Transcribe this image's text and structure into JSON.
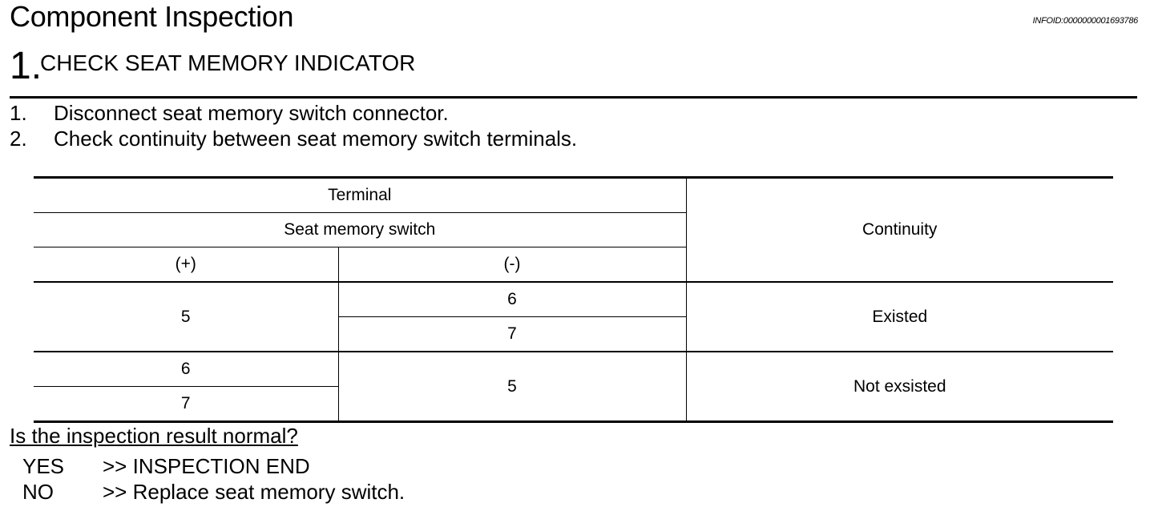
{
  "header": {
    "title": "Component Inspection",
    "infoid": "INFOID:0000000001693786"
  },
  "step": {
    "number": "1.",
    "title": "CHECK SEAT MEMORY INDICATOR"
  },
  "instructions": [
    {
      "num": "1.",
      "text": "Disconnect seat memory switch connector."
    },
    {
      "num": "2.",
      "text": "Check continuity between seat memory switch terminals."
    }
  ],
  "table": {
    "header_terminal": "Terminal",
    "header_switch": "Seat memory switch",
    "header_plus": "(+)",
    "header_minus": "(-)",
    "header_continuity": "Continuity",
    "rows": [
      {
        "plus": "5",
        "minus": [
          "6",
          "7"
        ],
        "continuity": "Existed"
      },
      {
        "plus": [
          "6",
          "7"
        ],
        "minus": "5",
        "continuity": "Not exsisted"
      }
    ]
  },
  "question": "Is the inspection result normal?",
  "answers": [
    {
      "key": "YES",
      "text": ">> INSPECTION END"
    },
    {
      "key": "NO",
      "text": ">> Replace seat memory switch."
    }
  ]
}
